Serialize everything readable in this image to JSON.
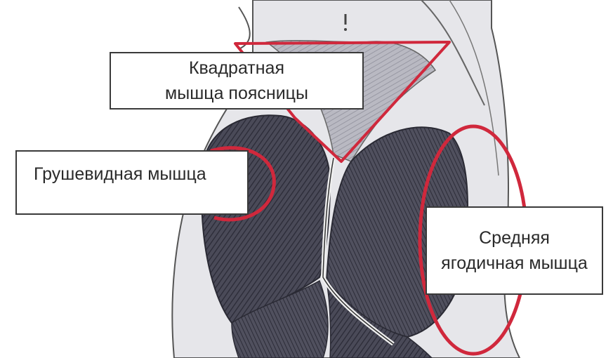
{
  "labels": {
    "quadratus": {
      "line1": "Квадратная",
      "line2": "мышца поясницы"
    },
    "piriformis": {
      "line1": "Грушевидная мышца"
    },
    "gluteus_medius": {
      "line1": "Средняя",
      "line2": "ягодичная мышца"
    }
  },
  "colors": {
    "highlight": "#d0283c",
    "muscle_dark": "#3b3b48",
    "outline": "#3a3a3a"
  }
}
